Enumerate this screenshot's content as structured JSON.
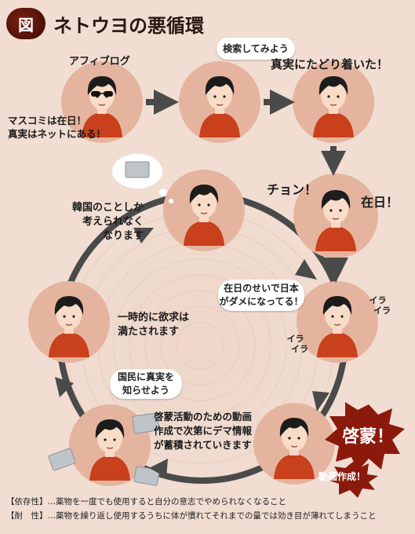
{
  "title": {
    "badge": "図",
    "text": "ネトウヨの悪循環"
  },
  "nodes": [
    {
      "id": "affiliate-blog",
      "label": "アフィブログ",
      "quote": "マスコミは在日！\n真実はネットにある！"
    },
    {
      "id": "search",
      "bubble": "検索してみよう"
    },
    {
      "id": "truth",
      "label": "真実にたどり着いた！"
    },
    {
      "id": "angry",
      "label_left": "チョン！",
      "label_right": "在日！"
    },
    {
      "id": "irritated",
      "bubble": "在日のせいで日本\nがダメになってる！",
      "ira1": "イラ\n　イラ",
      "ira2": "イラ\n　イラ"
    },
    {
      "id": "video",
      "caption": "啓蒙活動のための動画\n作成で次第にデマ情報\nが蓄積されていきます",
      "burst_big": "啓蒙！",
      "burst_small": "動画作成！"
    },
    {
      "id": "spread",
      "bubble": "国民に真実を\n知らせよう"
    },
    {
      "id": "satisfied",
      "caption": "一時的に欲求は\n満たされます"
    },
    {
      "id": "korea",
      "caption": "韓国のことしか\n考えられなく\nなります"
    }
  ],
  "colors": {
    "background": "#f1ddd2",
    "circle": "#e5b49e",
    "shirt": "#c8401c",
    "hair": "#1c1c1c",
    "arrow": "#4a4a4a",
    "burst": "#8b1a0d"
  },
  "footer": {
    "line1": "【依存性】…薬物を一度でも使用すると自分の意志でやめられなくなること",
    "line2": "【耐　性】…薬物を繰り返し使用するうちに体が慣れてそれまでの量では効き目が薄れてしまうこと"
  }
}
